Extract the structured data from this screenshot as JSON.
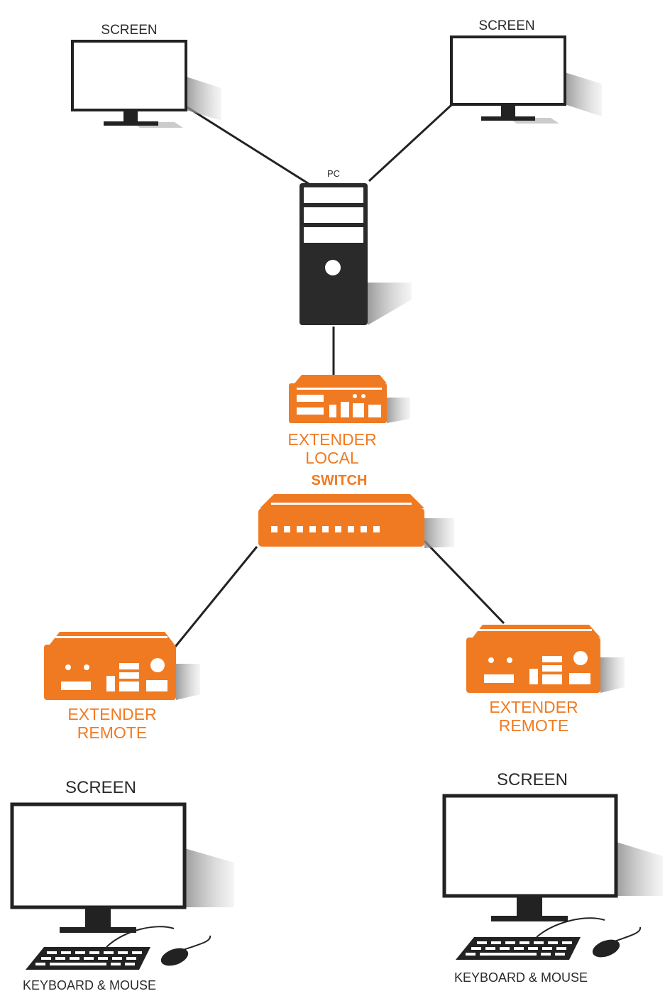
{
  "colors": {
    "accent": "#f07a22",
    "dark": "#2b2b2b",
    "shadow": "#9a9a9a",
    "background": "#ffffff"
  },
  "labels": {
    "screen_top_left": "SCREEN",
    "screen_top_right": "SCREEN",
    "pc": "PC",
    "extender_local_line1": "EXTENDER",
    "extender_local_line2": "LOCAL",
    "switch": "SWITCH",
    "extender_remote_left_line1": "EXTENDER",
    "extender_remote_left_line2": "REMOTE",
    "extender_remote_right_line1": "EXTENDER",
    "extender_remote_right_line2": "REMOTE",
    "screen_bottom_left": "SCREEN",
    "screen_bottom_right": "SCREEN",
    "keyboard_mouse_left": "KEYBOARD & MOUSE",
    "keyboard_mouse_right": "KEYBOARD & MOUSE"
  },
  "icons": [
    "monitor-icon",
    "pc-tower-icon",
    "extender-icon",
    "switch-icon",
    "keyboard-icon",
    "mouse-icon"
  ]
}
